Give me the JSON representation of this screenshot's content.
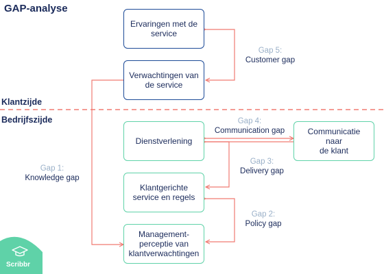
{
  "title": "GAP-analyse",
  "sections": {
    "customer": "Klantzijde",
    "company": "Bedrijfszijde"
  },
  "boxes": {
    "experiences": "Ervaringen met de\nservice",
    "expectations": "Verwachtingen van\nde service",
    "service_delivery": "Dienstverlening",
    "customer_communication": "Communicatie naar\nde klant",
    "customer_oriented_rules": "Klantgerichte\nservice en regels",
    "management_perception": "Management-\nperceptie van\nklantverwachtingen"
  },
  "gaps": [
    {
      "number": "Gap 1:",
      "name": "Knowledge gap"
    },
    {
      "number": "Gap 2:",
      "name": "Policy gap"
    },
    {
      "number": "Gap 3:",
      "name": "Delivery gap"
    },
    {
      "number": "Gap 4:",
      "name": "Communication gap"
    },
    {
      "number": "Gap 5:",
      "name": "Customer gap"
    }
  ],
  "colors": {
    "navy": "#1c4a97",
    "green": "#5fd2a8",
    "red": "#f07a72",
    "gap_number": "#9ab0c8"
  },
  "logo": {
    "text": "Scribbr",
    "icon": "graduation-cap-icon"
  }
}
